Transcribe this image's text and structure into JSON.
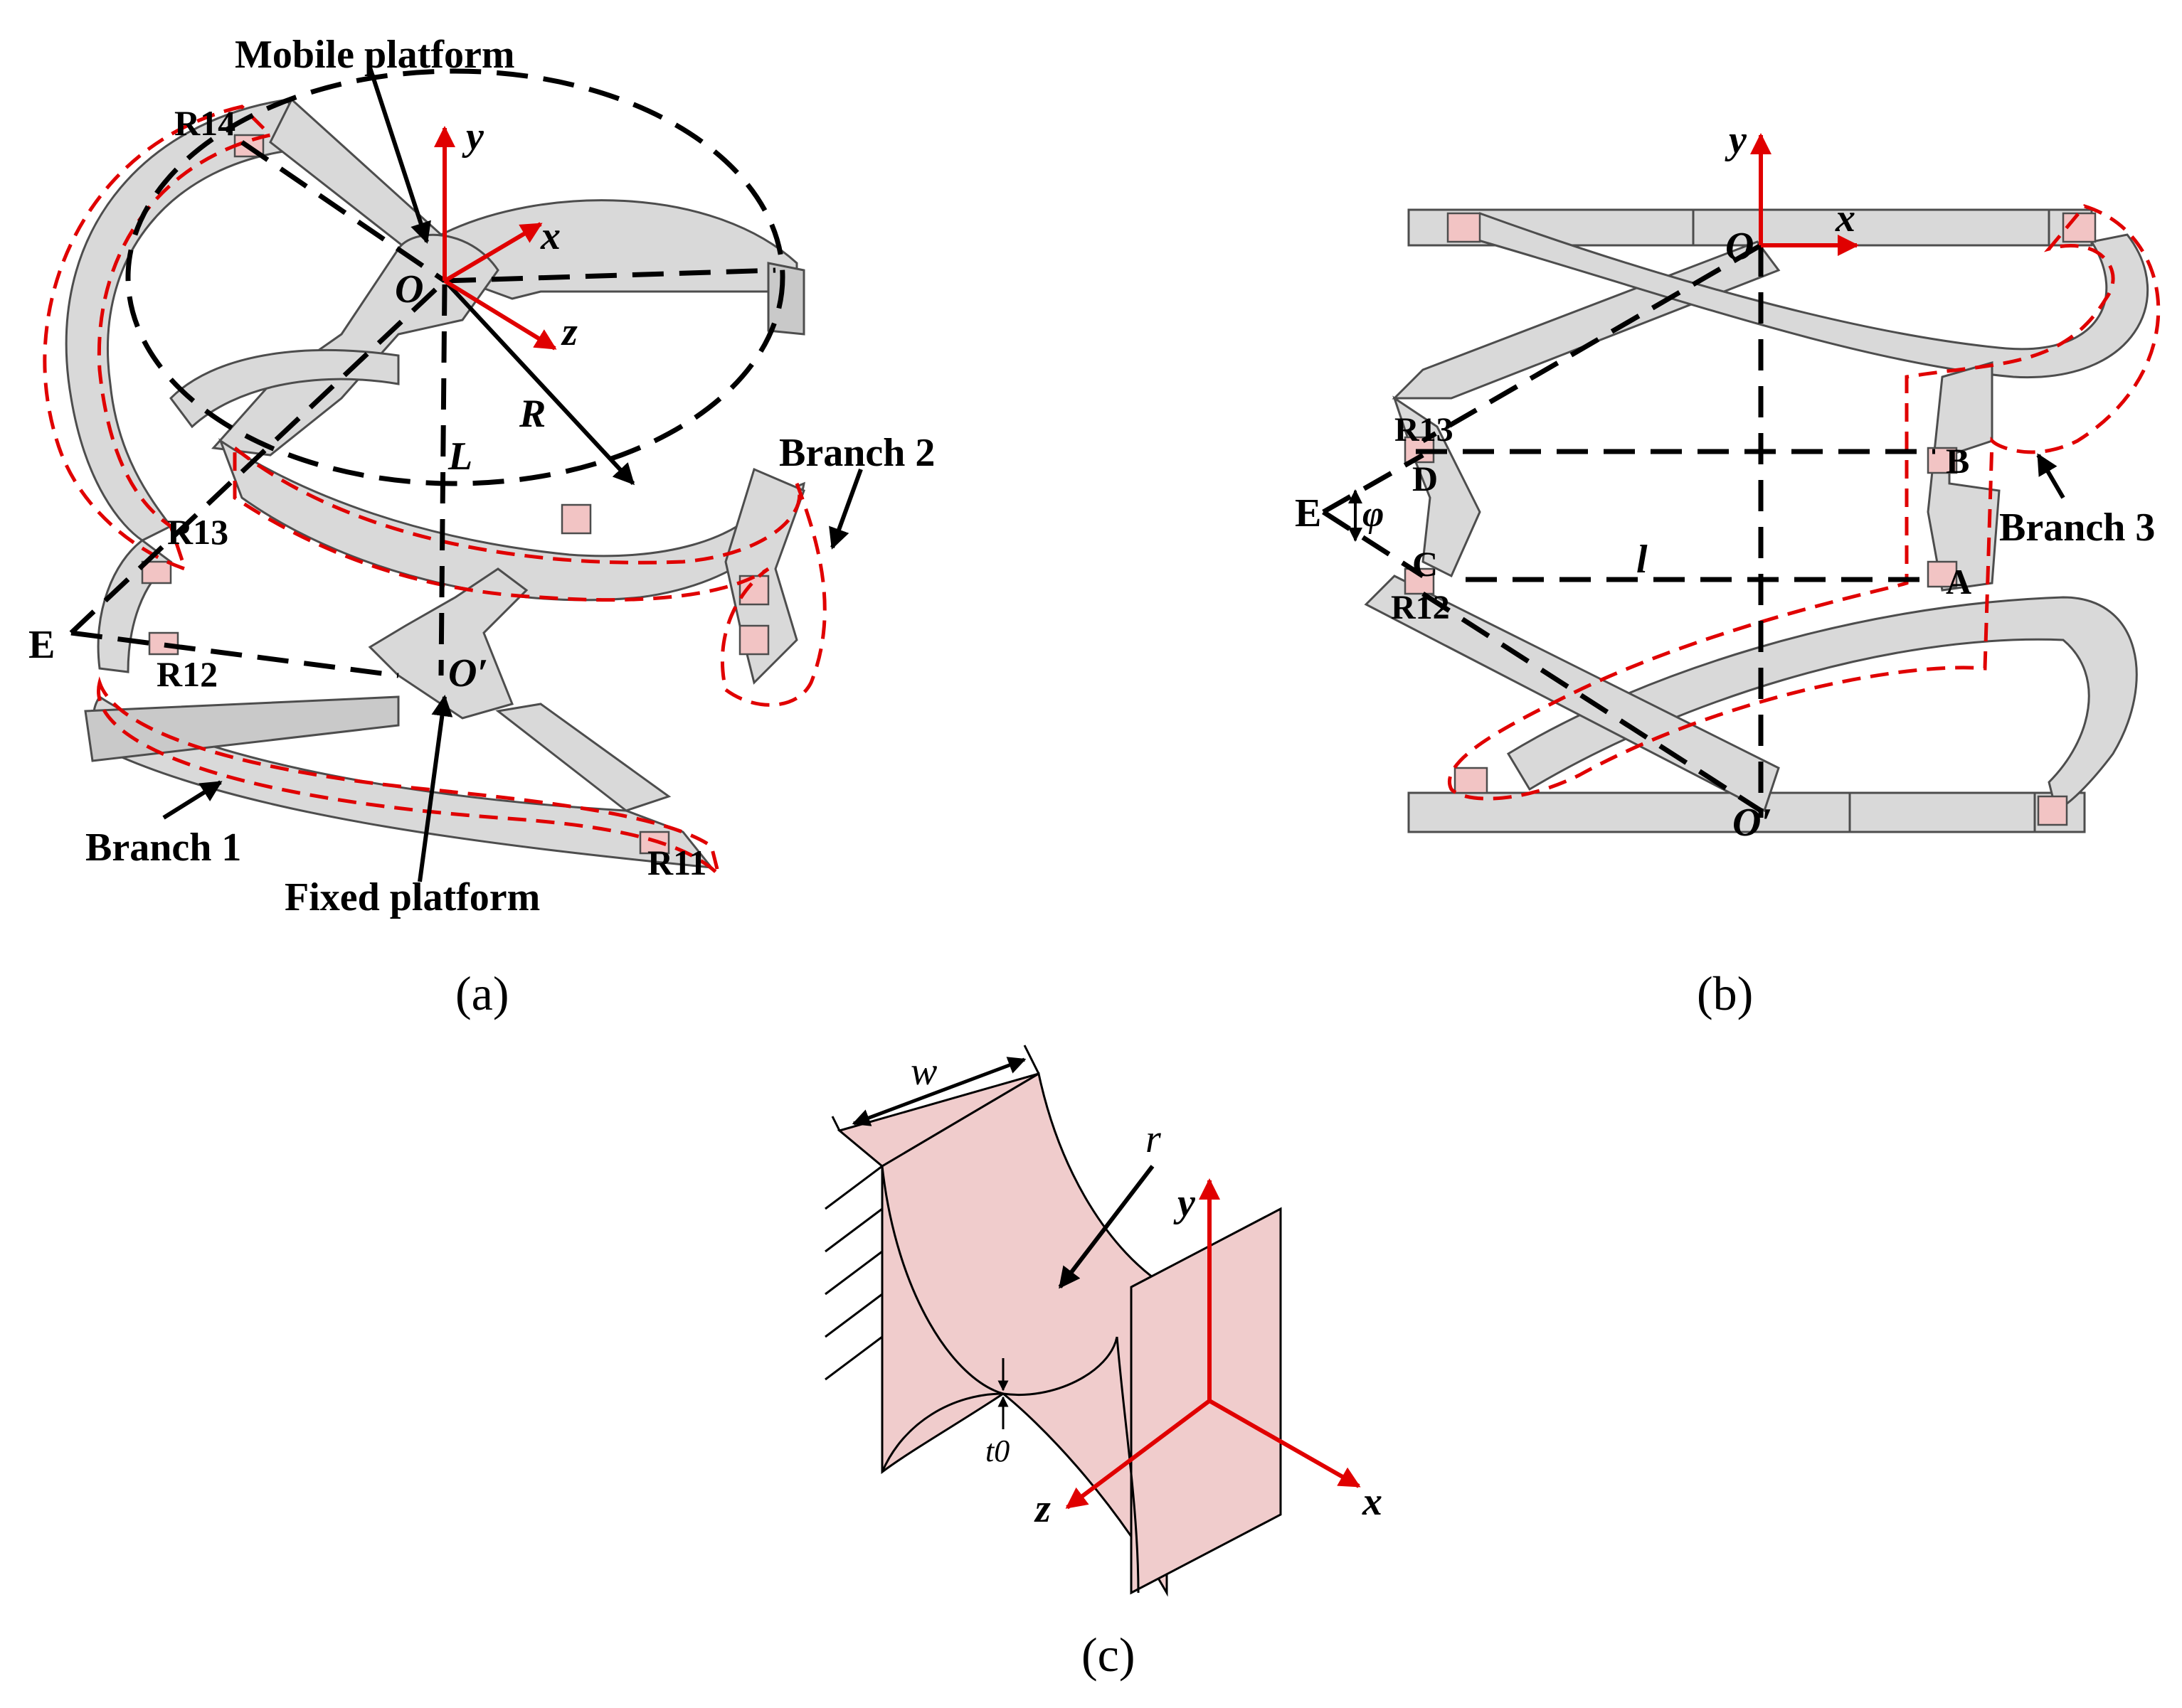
{
  "panel_a": {
    "caption": "(a)",
    "labels": {
      "mobile_platform": "Mobile platform",
      "fixed_platform": "Fixed platform",
      "branch1": "Branch 1",
      "branch2": "Branch 2",
      "O": "O",
      "O_prime": "O′",
      "x": "x",
      "y": "y",
      "z": "z",
      "R": "R",
      "L": "L",
      "E": "E",
      "R11": "R11",
      "R12": "R12",
      "R13": "R13",
      "R14": "R14"
    }
  },
  "panel_b": {
    "caption": "(b)",
    "labels": {
      "branch3": "Branch 3",
      "O": "O",
      "O_prime": "O′",
      "x": "x",
      "y": "y",
      "A": "A",
      "B": "B",
      "C": "C",
      "D": "D",
      "E": "E",
      "l": "l",
      "phi": "φ",
      "R12": "R12",
      "R13": "R13"
    }
  },
  "panel_c": {
    "caption": "(c)",
    "labels": {
      "w": "w",
      "r": "r",
      "t0": "t0",
      "x": "x",
      "y": "y",
      "z": "z"
    }
  },
  "colors": {
    "axis_red": "#e00000",
    "part_gray": "#d9d9d9",
    "hinge_pink": "#f0cccc"
  }
}
